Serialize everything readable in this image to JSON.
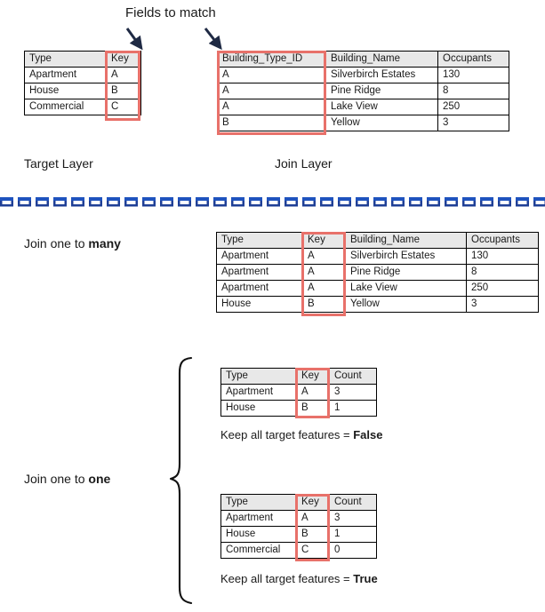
{
  "diagram": {
    "title": "Fields to match",
    "divider_color": "#1F53BE",
    "highlight_color": "#E8716A",
    "header_fill": "#E8E8E8",
    "border_color": "#000000",
    "arrow_color": "#1F2A44"
  },
  "target_layer": {
    "caption": "Target Layer",
    "columns": [
      "Type",
      "Key"
    ],
    "rows": [
      [
        "Apartment",
        "A"
      ],
      [
        "House",
        "B"
      ],
      [
        "Commercial",
        "C"
      ]
    ]
  },
  "join_layer": {
    "caption": "Join Layer",
    "columns": [
      "Building_Type_ID",
      "Building_Name",
      "Occupants"
    ],
    "rows": [
      [
        "A",
        "Silverbirch Estates",
        "130"
      ],
      [
        "A",
        "Pine Ridge",
        "8"
      ],
      [
        "A",
        "Lake View",
        "250"
      ],
      [
        "B",
        "Yellow",
        "3"
      ]
    ]
  },
  "one_to_many": {
    "label_prefix": "Join one to ",
    "label_strong": "many",
    "columns": [
      "Type",
      "Key",
      "Building_Name",
      "Occupants"
    ],
    "rows": [
      [
        "Apartment",
        "A",
        "Silverbirch Estates",
        "130"
      ],
      [
        "Apartment",
        "A",
        "Pine Ridge",
        "8"
      ],
      [
        "Apartment",
        "A",
        "Lake View",
        "250"
      ],
      [
        "House",
        "B",
        "Yellow",
        "3"
      ]
    ]
  },
  "one_to_one": {
    "label_prefix": "Join one to ",
    "label_strong": "one",
    "results": [
      {
        "columns": [
          "Type",
          "Key",
          "Count"
        ],
        "rows": [
          [
            "Apartment",
            "A",
            "3"
          ],
          [
            "House",
            "B",
            "1"
          ]
        ],
        "caption_prefix": "Keep all target features = ",
        "caption_strong": "False"
      },
      {
        "columns": [
          "Type",
          "Key",
          "Count"
        ],
        "rows": [
          [
            "Apartment",
            "A",
            "3"
          ],
          [
            "House",
            "B",
            "1"
          ],
          [
            "Commercial",
            "C",
            "0"
          ]
        ],
        "caption_prefix": "Keep all target features = ",
        "caption_strong": "True"
      }
    ]
  }
}
